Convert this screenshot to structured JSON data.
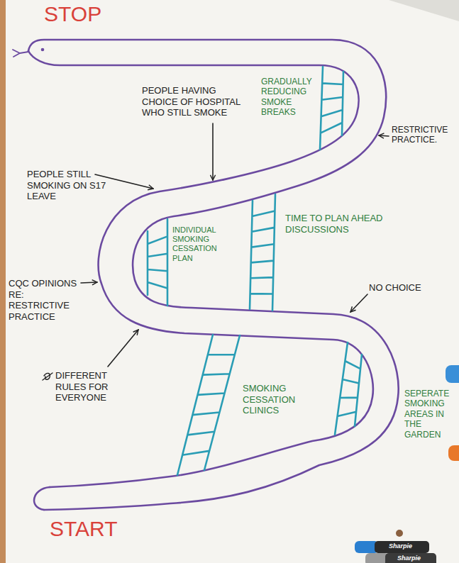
{
  "diagram": {
    "labels": [
      "STOP",
      "GRADUALLY REDUCING SMOKE BREAKS",
      "RESTRICTIVE PRACTICE.",
      "PEOPLE HAVING CHOICE OF HOSPITAL WHO STILL SMOKE",
      "PEOPLE STILL SMOKING ON S17 LEAVE",
      "INDIVIDUAL SMOKING CESSATION PLAN",
      "TIME TO PLAN AHEAD DISCUSSIONS",
      "CQC OPINIONS RE: RESTRICTIVE PRACTICE",
      "NO CHOICE",
      "DIFFERENT RULES FOR EVERYONE",
      "SMOKING CESSATION CLINICS",
      "SEPERATE SMOKING AREAS IN THE GARDEN",
      "START",
      "Sharpie",
      "Sharpie"
    ]
  }
}
